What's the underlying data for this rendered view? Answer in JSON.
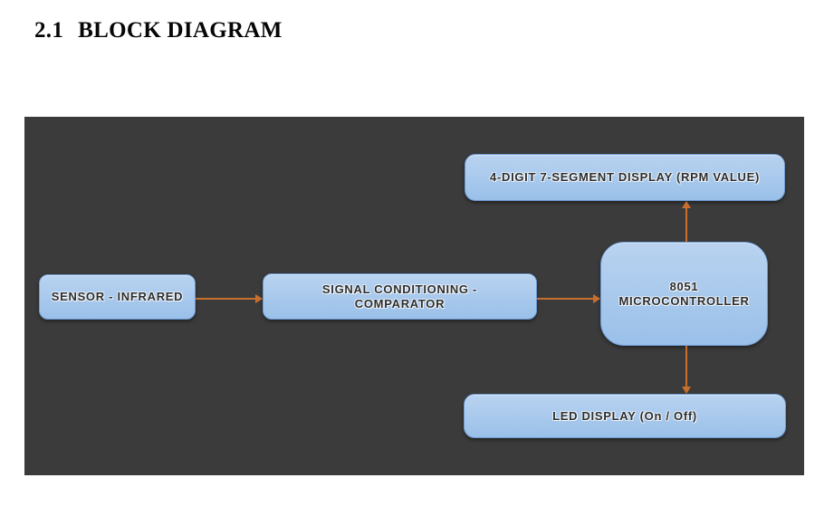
{
  "heading": {
    "number": "2.1",
    "title": "BLOCK DIAGRAM"
  },
  "diagram": {
    "colors": {
      "panel_background": "#3b3b3b",
      "box_fill_top": "#b9d3f0",
      "box_fill_bottom": "#9ac0e9",
      "box_border": "#6f9bd2",
      "arrow": "#c96f2e",
      "label_text": "#2d2d2d"
    },
    "nodes": {
      "sensor": {
        "label": "SENSOR - INFRARED"
      },
      "signal": {
        "lines": [
          "SIGNAL CONDITIONING -",
          "COMPARATOR"
        ]
      },
      "mcu": {
        "lines": [
          "8051",
          "MICROCONTROLLER"
        ]
      },
      "display7seg": {
        "label": "4-DIGIT 7-SEGMENT DISPLAY (RPM VALUE)"
      },
      "led": {
        "label": "LED DISPLAY (On / Off)"
      }
    },
    "edges": [
      {
        "from": "sensor",
        "to": "signal"
      },
      {
        "from": "signal",
        "to": "mcu"
      },
      {
        "from": "mcu",
        "to": "display7seg"
      },
      {
        "from": "mcu",
        "to": "led"
      }
    ]
  }
}
